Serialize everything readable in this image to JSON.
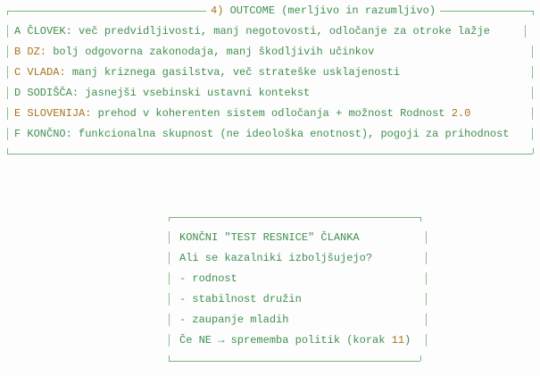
{
  "outcome_box": {
    "title_number": "4)",
    "title_text": "OUTCOME (merljivo in razumljivo)",
    "rows": [
      {
        "letter": "A",
        "label": "ČLOVEK:",
        "text": " več predvidljivosti, manj negotovosti, odločanje za otroke lažje",
        "suffix": ""
      },
      {
        "letter": "B",
        "label": "DZ:",
        "text": " bolj odgovorna zakonodaja, manj škodljivih učinkov",
        "suffix": ""
      },
      {
        "letter": "C",
        "label": "VLADA:",
        "text": " manj kriznega gasilstva, več strateške usklajenosti",
        "suffix": ""
      },
      {
        "letter": "D",
        "label": "SODIŠČA:",
        "text": " jasnejši vsebinski ustavni kontekst",
        "suffix": ""
      },
      {
        "letter": "E",
        "label": "SLOVENIJA:",
        "text": " prehod v koherenten sistem odločanja + možnost Rodnost ",
        "suffix": "2.0"
      },
      {
        "letter": "F",
        "label": "KONČNO:",
        "text": " funkcionalna skupnost (ne ideološka enotnost), pogoji za prihodnost",
        "suffix": ""
      }
    ]
  },
  "test_box": {
    "heading": "KONČNI \"TEST RESNICE\" ČLANKA",
    "question": "Ali se kazalniki izboljšujejo?",
    "bullet": "-",
    "items": [
      "rodnost",
      "stabilnost družin",
      "zaupanje mladih"
    ],
    "footer_text": "Če NE → sprememba politik (korak ",
    "footer_number": "11",
    "footer_end": ")"
  },
  "colors": {
    "text": "#3f8f4f",
    "accent": "#a8761e",
    "bullet": "#4a80d0",
    "border": "#7ab57a"
  }
}
